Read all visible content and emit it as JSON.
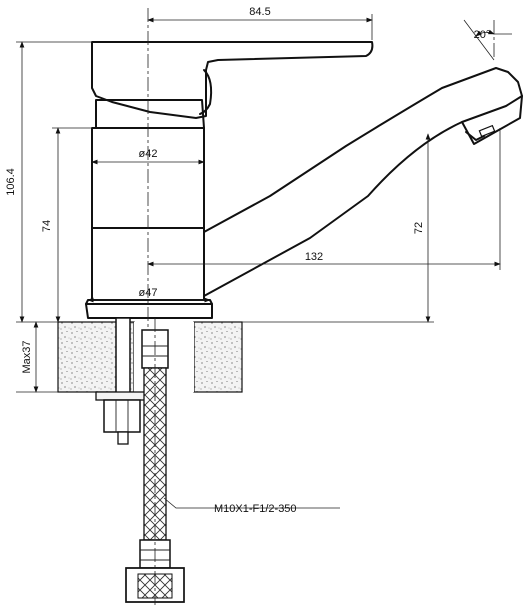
{
  "dimensions": {
    "total_width": "84.5",
    "height": "106.4",
    "body_height": "74",
    "diameter_top": "ø42",
    "diameter_base": "ø47",
    "spout_angle": "20°",
    "spout_height": "72",
    "spout_reach": "132",
    "max_thickness": "Max37"
  },
  "hose_label": "M10X1-F1/2-350",
  "colors": {
    "line": "#111111",
    "background": "#ffffff",
    "countertop": "#f3f3f3"
  }
}
